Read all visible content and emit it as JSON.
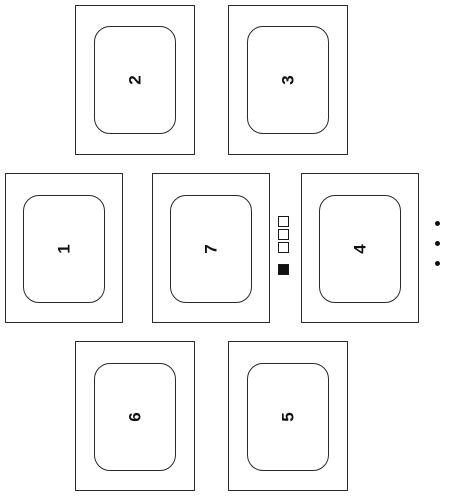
{
  "trays": [
    {
      "id": "tray-2",
      "label": "2"
    },
    {
      "id": "tray-3",
      "label": "3"
    },
    {
      "id": "tray-1",
      "label": "1"
    },
    {
      "id": "tray-7",
      "label": "7"
    },
    {
      "id": "tray-4",
      "label": "4"
    },
    {
      "id": "tray-6",
      "label": "6"
    },
    {
      "id": "tray-5",
      "label": "5"
    }
  ],
  "indicator": {
    "total": 4,
    "filled": 1
  },
  "more_menu": {
    "icon": "vertical-ellipsis-icon"
  },
  "colors": {
    "outline": "#2a2a2a",
    "background": "#ffffff",
    "text": "#111111"
  }
}
